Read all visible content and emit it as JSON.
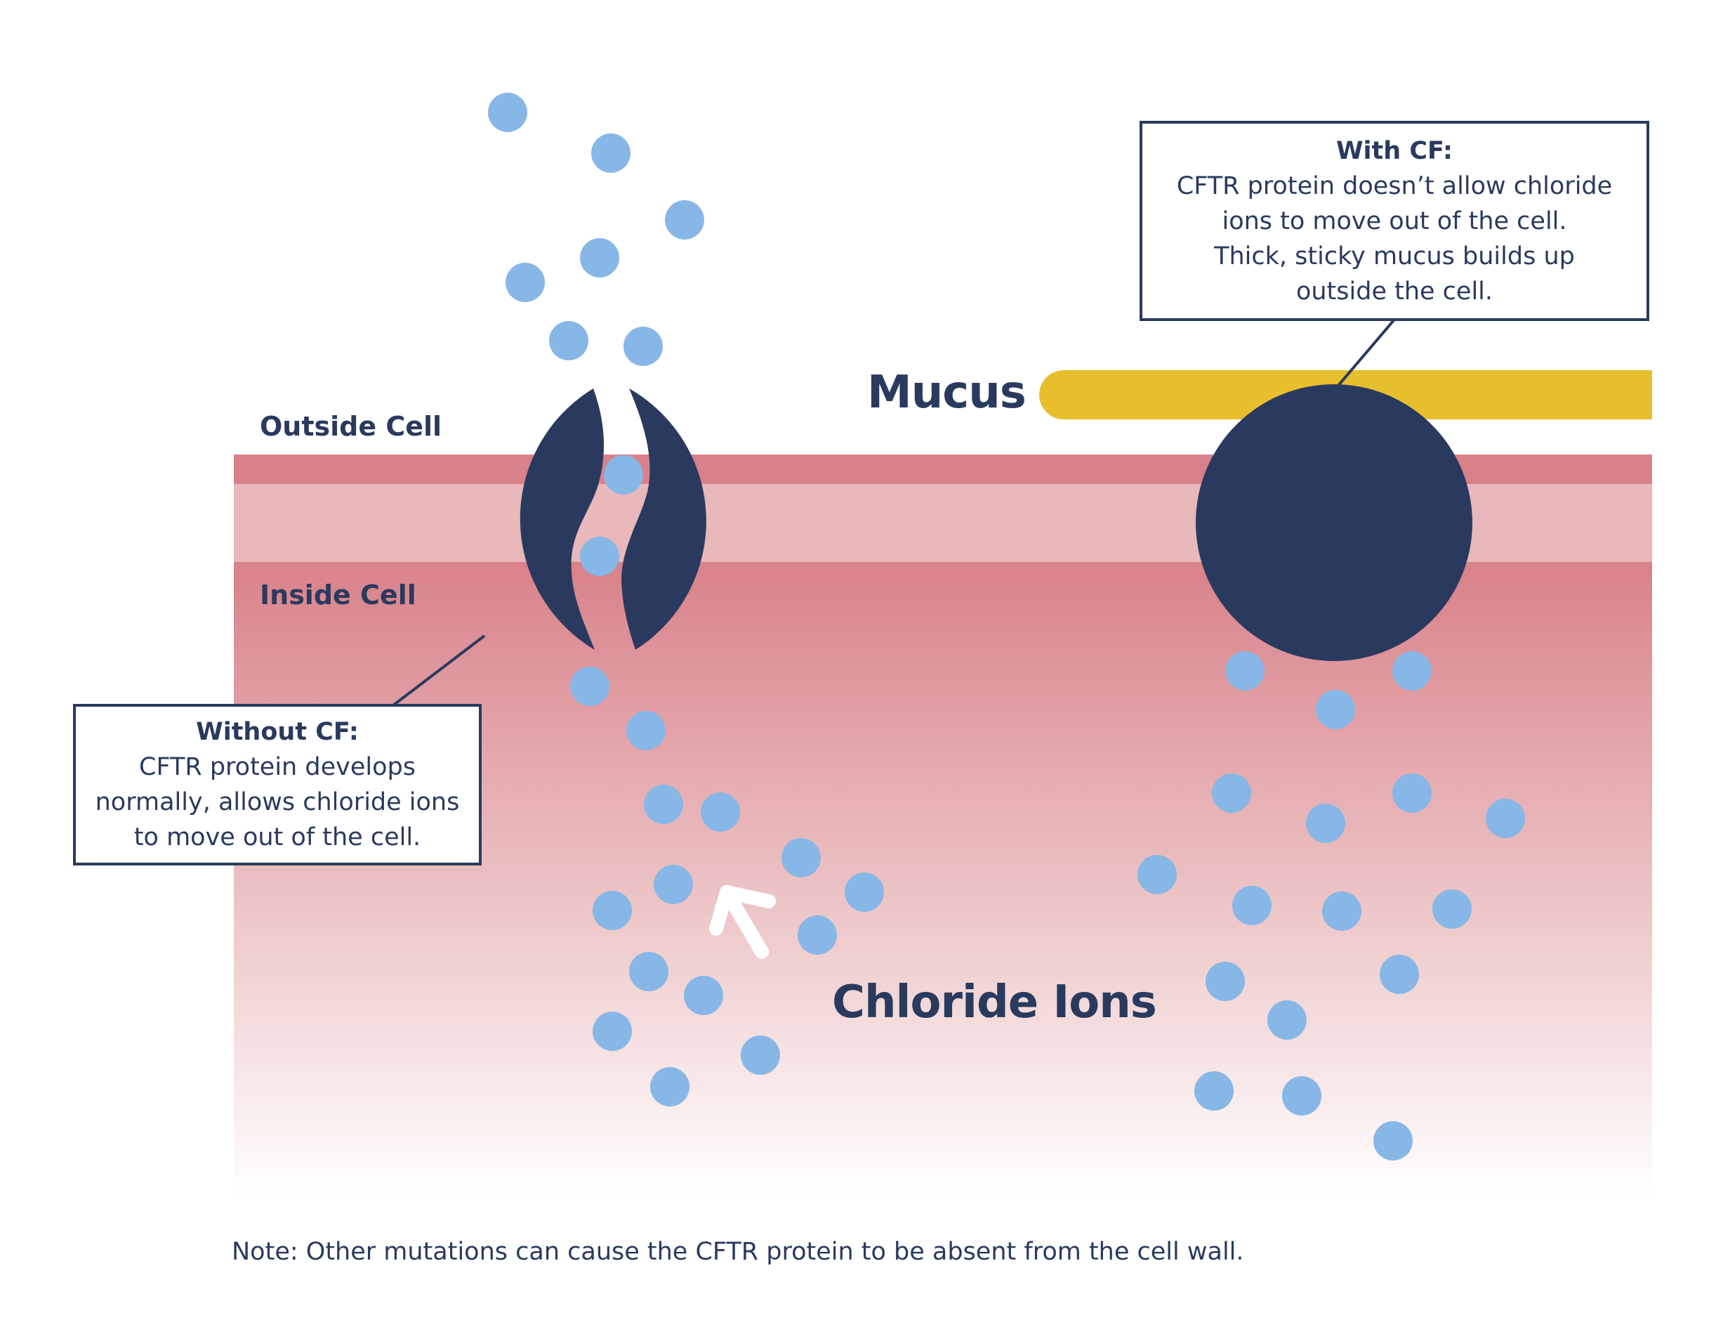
{
  "labels": {
    "outside_cell": "Outside Cell",
    "inside_cell": "Inside Cell",
    "mucus": "Mucus",
    "chloride_ions": "Chloride Ions"
  },
  "callouts": {
    "without_cf": {
      "title": "Without CF:",
      "lines": [
        "CFTR protein develops",
        "normally, allows chloride ions",
        "to move out of the cell."
      ]
    },
    "with_cf": {
      "title": "With CF:",
      "lines": [
        "CFTR protein doesn’t allow chloride",
        "ions to move out of the cell.",
        "Thick, sticky mucus builds up",
        "outside the cell."
      ]
    }
  },
  "note": "Note: Other mutations can cause the CFTR protein to be absent from the cell wall.",
  "colors": {
    "text_navy": "#2a3a5e",
    "protein_navy": "#2a3a5e",
    "ion_blue": "#87b7e6",
    "mucus_yellow": "#e7bf2c",
    "membrane_dark": "#d9818a",
    "membrane_light": "#e8b8ba",
    "cell_interior_top": "#d9818a",
    "cell_interior_bottom": "#ffffff",
    "arrow": "#ffffff"
  }
}
